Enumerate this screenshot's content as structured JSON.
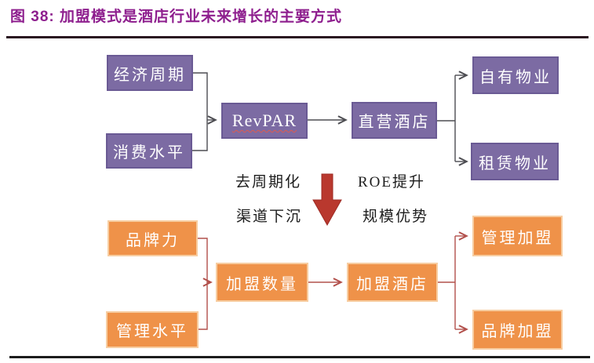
{
  "figure": {
    "title": "图 38: 加盟模式是酒店行业未来增长的主要方式"
  },
  "nodes": {
    "econ_cycle": "经济周期",
    "consumption": "消费水平",
    "revpar": "RevPAR",
    "direct_hotel": "直营酒店",
    "owned_property": "自有物业",
    "leased_property": "租赁物业",
    "brand_power": "品牌力",
    "mgmt_level": "管理水平",
    "franchise_count": "加盟数量",
    "franchise_hotel": "加盟酒店",
    "mgmt_franchise": "管理加盟",
    "brand_franchise": "品牌加盟"
  },
  "annotations": {
    "decyclical": "去周期化",
    "roe_up": "ROE提升",
    "channel_down": "渠道下沉",
    "scale_adv": "规模优势"
  },
  "colors": {
    "title_text": "#8e1f8e",
    "title_rule": "#2a1420",
    "purple_box_fill": "#7c6ba3",
    "purple_box_border": "#6a5a94",
    "orange_box_fill": "#ef9249",
    "orange_box_border": "#f7cda1",
    "top_connector": "#4d4d52",
    "bottom_connector": "#b2504b",
    "big_arrow": "#b9382e",
    "revpar_wavy_underline": "#e05a4e",
    "bottom_rule": "#1c1c1c"
  }
}
